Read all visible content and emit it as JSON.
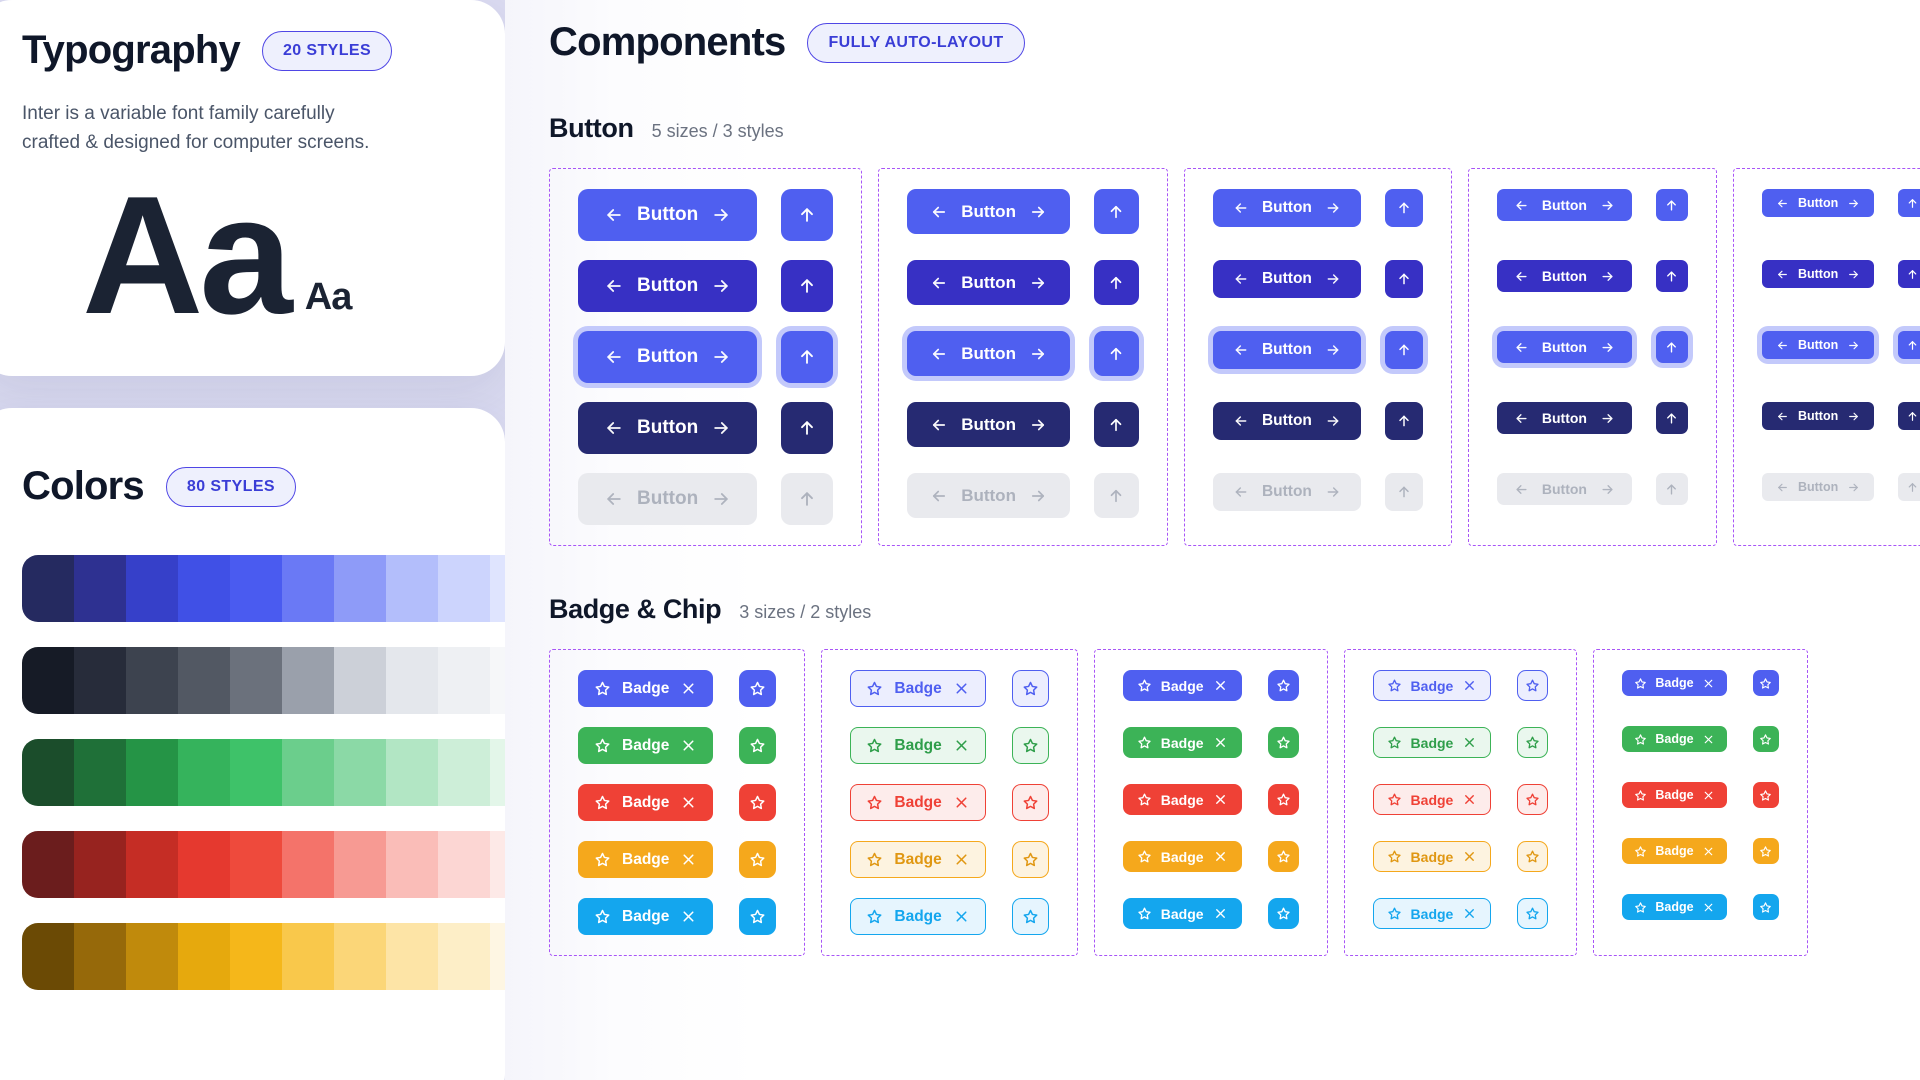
{
  "typography": {
    "title": "Typography",
    "badge": "20 STYLES",
    "description": "Inter is a variable font family carefully crafted & designed for computer screens.",
    "specimen_large": "Aa",
    "specimen_small": "Aa"
  },
  "colors": {
    "title": "Colors",
    "badge": "80 STYLES",
    "ramps": [
      {
        "name": "indigo",
        "steps": [
          "#252a60",
          "#2e3191",
          "#3640c9",
          "#4050e6",
          "#4a5bf0",
          "#6a79f5",
          "#8e9bf8",
          "#b3befb",
          "#ccd4fd",
          "#dfe4fe"
        ]
      },
      {
        "name": "slate",
        "steps": [
          "#161b26",
          "#272c3a",
          "#3d434f",
          "#525863",
          "#6b717c",
          "#9aa0ab",
          "#ccd0d8",
          "#e4e7ec",
          "#eef0f3",
          "#f6f7f9"
        ]
      },
      {
        "name": "green",
        "steps": [
          "#1b4d2b",
          "#1f7038",
          "#259446",
          "#35b35c",
          "#3ec269",
          "#6bce8c",
          "#8bd9a6",
          "#b2e6c4",
          "#cdeed8",
          "#e3f6e9"
        ]
      },
      {
        "name": "red",
        "steps": [
          "#6b1d1d",
          "#97231f",
          "#c52d25",
          "#e5392f",
          "#ee4a3c",
          "#f4736a",
          "#f79a93",
          "#fabdb8",
          "#fcd6d3",
          "#fde9e7"
        ]
      },
      {
        "name": "amber",
        "steps": [
          "#6b4a05",
          "#96690a",
          "#c08a0c",
          "#e6a90d",
          "#f5b71a",
          "#f9c84b",
          "#fbd678",
          "#fde4a6",
          "#fdeec7",
          "#fef6e3"
        ]
      }
    ]
  },
  "components": {
    "title": "Components",
    "badge": "FULLY AUTO-LAYOUT"
  },
  "button_section": {
    "title": "Button",
    "meta": "5 sizes / 3 styles",
    "label": "Button",
    "arrow_left": "icon-arrow-left",
    "arrow_right": "icon-arrow-right",
    "icon_only": "icon-arrow-up",
    "sizes": [
      "xl",
      "lg",
      "md",
      "sm",
      "xs"
    ],
    "states": [
      "default",
      "hover",
      "focus",
      "active",
      "disabled"
    ],
    "state_colors": {
      "default": "#4f5ff0",
      "hover": "#3730c4",
      "focus": "#4f5ff0",
      "focus_ring": "#c3c9fb",
      "active": "#262a72",
      "disabled_bg": "#e9eaee",
      "disabled_text": "#adb2bd"
    }
  },
  "badge_section": {
    "title": "Badge & Chip",
    "meta": "3 sizes / 2 styles",
    "label": "Badge",
    "star_icon": "icon-star",
    "close_icon": "icon-close",
    "sizes": [
      "lg",
      "md",
      "sm"
    ],
    "styles": [
      "solid",
      "soft"
    ],
    "colors": [
      {
        "name": "indigo",
        "solid": "#4f5ff0",
        "soft_bg": "#eceefe",
        "soft_fg": "#4f5ff0",
        "soft_border": "#4f5ff0"
      },
      {
        "name": "green",
        "solid": "#3cb357",
        "soft_bg": "#eaf7ee",
        "soft_fg": "#2f9e4a",
        "soft_border": "#3cb357"
      },
      {
        "name": "red",
        "solid": "#ef4136",
        "soft_bg": "#fdeceb",
        "soft_fg": "#ef4136",
        "soft_border": "#ef4136"
      },
      {
        "name": "amber",
        "solid": "#f5a81c",
        "soft_bg": "#fdf3e0",
        "soft_fg": "#e09712",
        "soft_border": "#f5a81c"
      },
      {
        "name": "sky",
        "solid": "#14a6ee",
        "soft_bg": "#e6f5fe",
        "soft_fg": "#14a6ee",
        "soft_border": "#14a6ee"
      }
    ]
  }
}
